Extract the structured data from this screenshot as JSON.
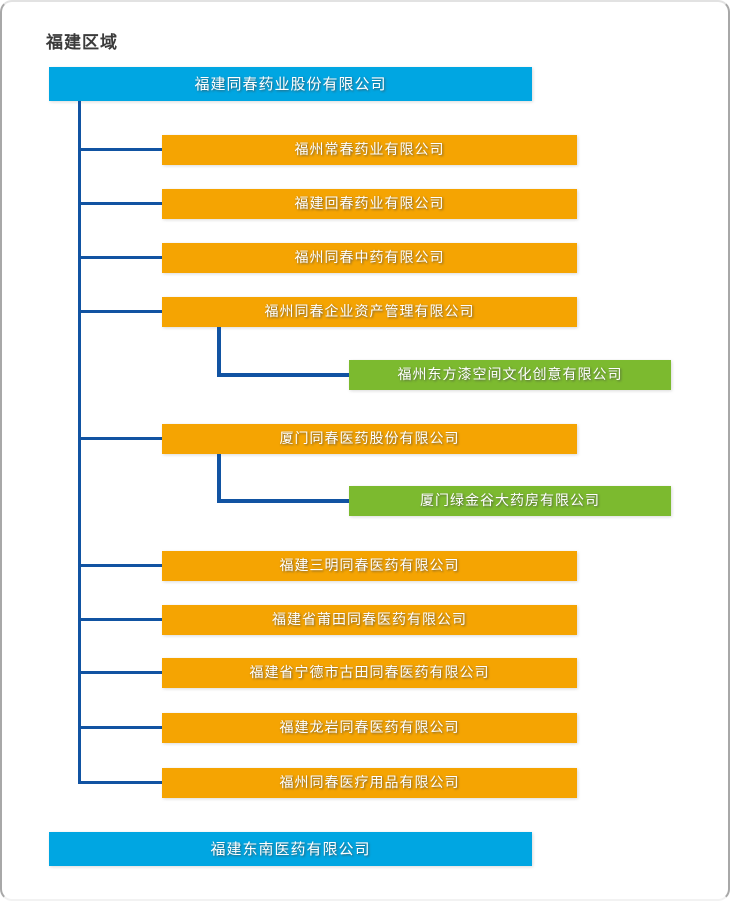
{
  "title": "福建区域",
  "root": {
    "label": "福建同春药业股份有限公司"
  },
  "children": [
    {
      "label": "福州常春药业有限公司"
    },
    {
      "label": "福建回春药业有限公司"
    },
    {
      "label": "福州同春中药有限公司"
    },
    {
      "label": "福州同春企业资产管理有限公司",
      "children": [
        {
          "label": "福州东方漆空间文化创意有限公司"
        }
      ]
    },
    {
      "label": "厦门同春医药股份有限公司",
      "children": [
        {
          "label": "厦门绿金谷大药房有限公司"
        }
      ]
    },
    {
      "label": "福建三明同春医药有限公司"
    },
    {
      "label": "福建省莆田同春医药有限公司"
    },
    {
      "label": "福建省宁德市古田同春医药有限公司"
    },
    {
      "label": "福建龙岩同春医药有限公司"
    },
    {
      "label": "福州同春医疗用品有限公司"
    }
  ],
  "footer_node": {
    "label": "福建东南医药有限公司"
  },
  "colors": {
    "parent_node": "#00a6e2",
    "child_node": "#f5a402",
    "grandchild_node": "#7cba2f",
    "connector": "#1153a2",
    "title_text": "#3b3b3b"
  }
}
